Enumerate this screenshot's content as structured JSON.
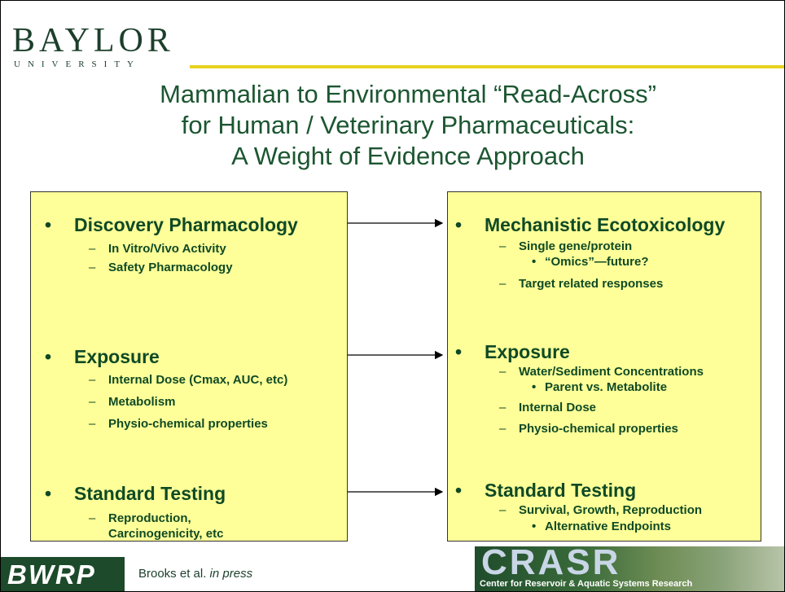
{
  "logo": {
    "name": "BAYLOR",
    "subtitle": "UNIVERSITY"
  },
  "title": {
    "line1": "Mammalian to Environmental “Read-Across”",
    "line2": "for Human / Veterinary Pharmaceuticals:",
    "line3": "A Weight of Evidence Approach"
  },
  "bullet_glyph": "•",
  "dash_glyph": "–",
  "left": {
    "b1": {
      "label": "Discovery Pharmacology",
      "sub1": "In Vitro/Vivo Activity",
      "sub2": "Safety Pharmacology"
    },
    "b2": {
      "label": "Exposure",
      "sub1": "Internal Dose (Cmax, AUC, etc)",
      "sub2": "Metabolism",
      "sub3": "Physio-chemical properties"
    },
    "b3": {
      "label": "Standard Testing",
      "sub1": "Reproduction, Carcinogenicity, etc"
    }
  },
  "right": {
    "b1": {
      "label": "Mechanistic Ecotoxicology",
      "sub1": "Single gene/protein",
      "subsub1": "“Omics”—future?",
      "sub2": "Target related responses"
    },
    "b2": {
      "label": "Exposure",
      "sub1": "Water/Sediment Concentrations",
      "subsub1": "Parent vs. Metabolite",
      "sub2": "Internal Dose",
      "sub3": "Physio-chemical properties"
    },
    "b3": {
      "label": "Standard Testing",
      "sub1": "Survival, Growth, Reproduction",
      "subsub1": "Alternative Endpoints"
    }
  },
  "footer": {
    "left_logo": "BWRP",
    "citation_authors": "Brooks et al.",
    "citation_status": "in press",
    "right_logo": "CRASR",
    "right_logo_sub": "Center for Reservoir & Aquatic Systems Research"
  },
  "colors": {
    "title_green": "#1c5631",
    "box_fill": "#ffff99",
    "logo_rule": "#e8d21f",
    "text_green": "#0f4a25"
  }
}
